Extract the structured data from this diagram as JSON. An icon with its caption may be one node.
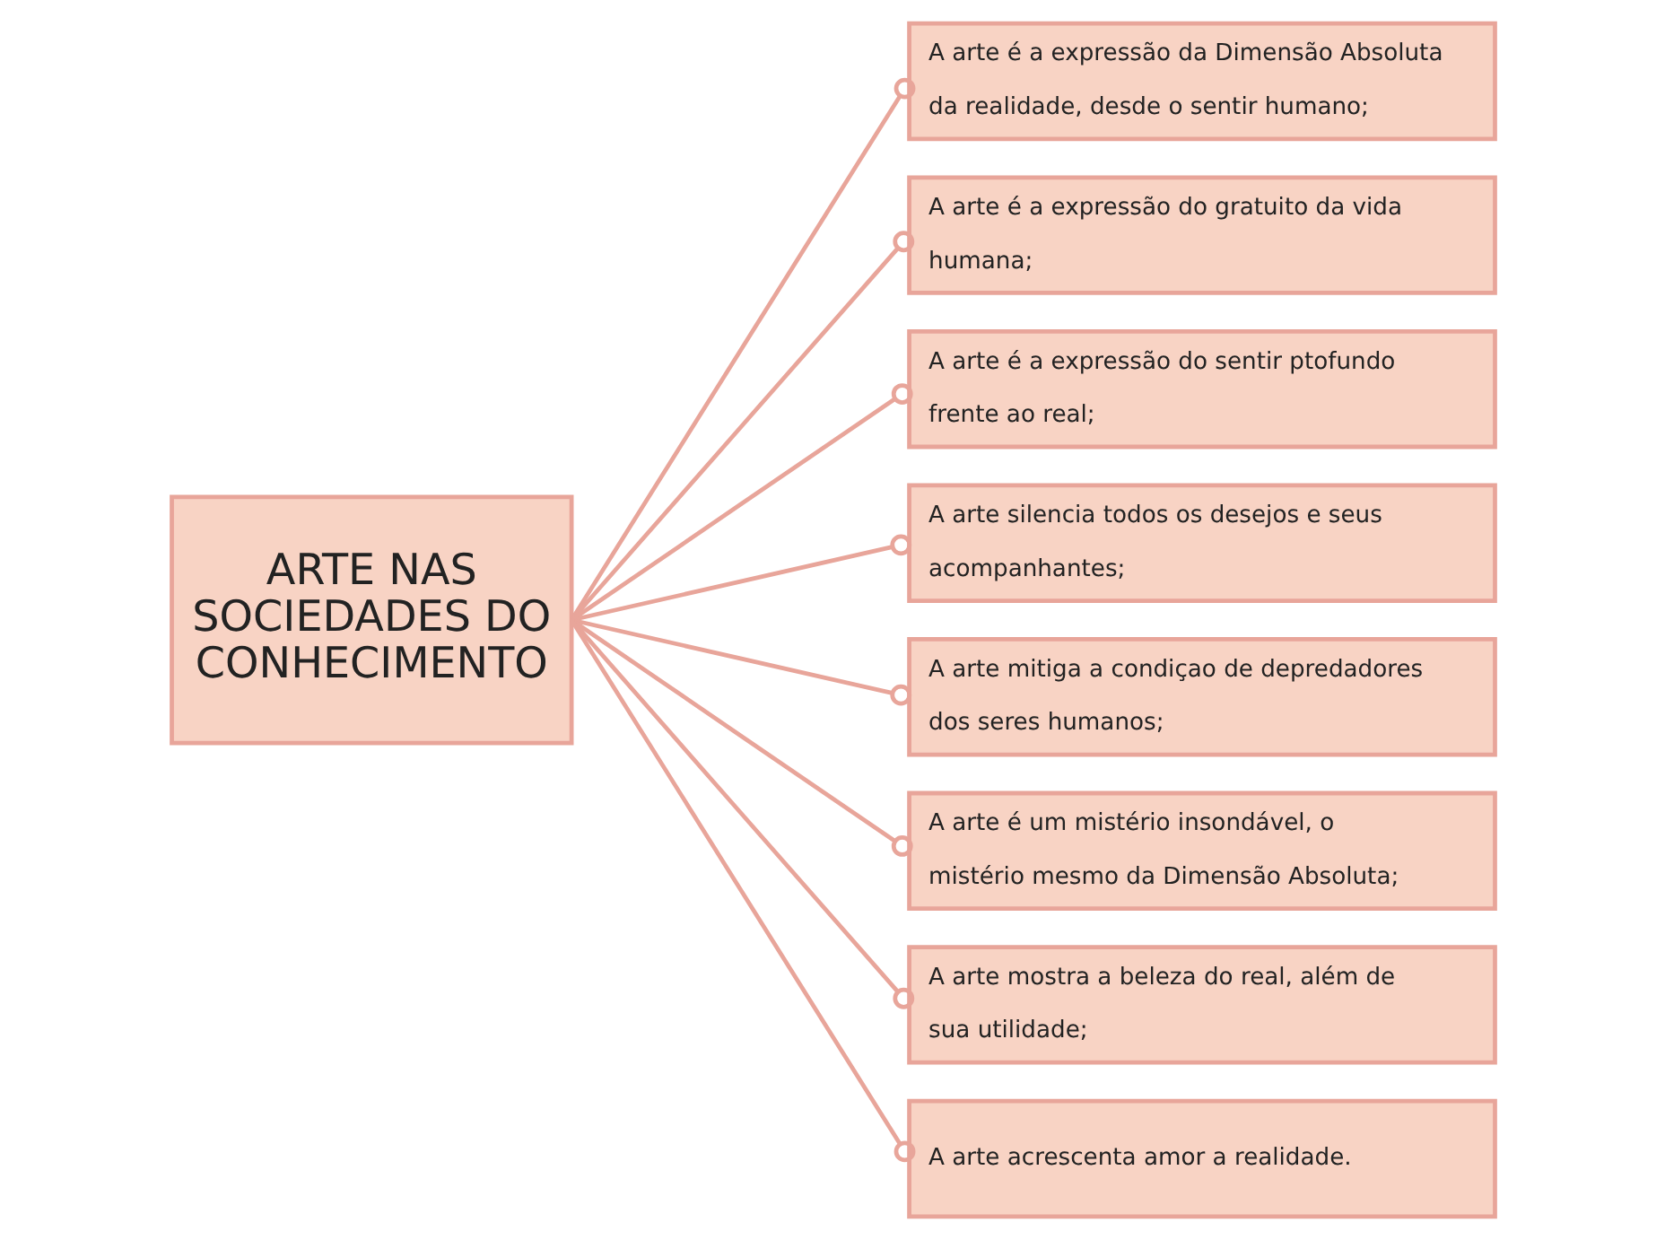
{
  "diagram": {
    "nodes": [
      {
        "text": [
          "ARTE NAS SOCIEDADES DO CONHECIMENTO"
        ]
      },
      {
        "text": [
          "A arte é a expressão da Dimensão Absoluta da realidade, desde o sentir humano;"
        ]
      },
      {
        "text": [
          "A arte é a expressão do gratuito da vida humana;"
        ]
      },
      {
        "text": [
          "A arte é a expressão do sentir ptofundo frente ao real;"
        ]
      },
      {
        "text": [
          "A arte silencia todos os desejos e seus acompanhantes;"
        ]
      },
      {
        "text": [
          "A arte mitiga a condiçao de depredadores dos seres humanos;"
        ]
      },
      {
        "text": [
          "A arte é um mistério insondável, o mistério mesmo da Dimensão Absoluta;"
        ]
      },
      {
        "text": [
          "A arte mostra a beleza do real, além de sua utilidade;"
        ]
      },
      {
        "text": [
          "A arte acrescenta amor a realidade."
        ]
      }
    ],
    "edges": [
      {
        "from": 0,
        "to": 1,
        "arrow": "other"
      },
      {
        "from": 0,
        "to": 2,
        "arrow": "other"
      },
      {
        "from": 0,
        "to": 3,
        "arrow": "other"
      },
      {
        "from": 0,
        "to": 4,
        "arrow": "other"
      },
      {
        "from": 0,
        "to": 5,
        "arrow": "other"
      },
      {
        "from": 0,
        "to": 6,
        "arrow": "other"
      },
      {
        "from": 0,
        "to": 7,
        "arrow": "other"
      },
      {
        "from": 0,
        "to": 8,
        "arrow": "other"
      }
    ]
  }
}
